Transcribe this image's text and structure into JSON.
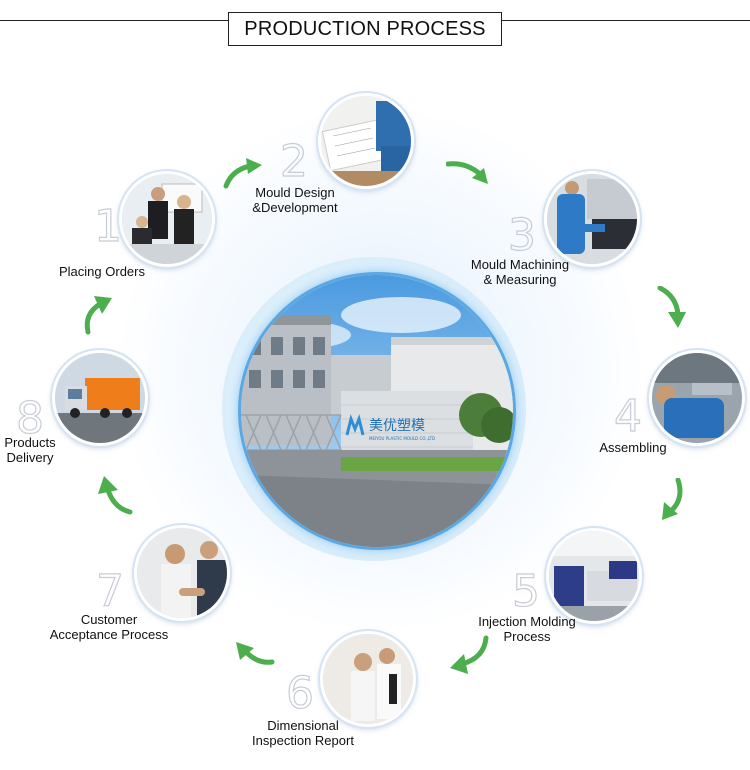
{
  "title": "PRODUCTION PROCESS",
  "company_sign": {
    "chinese": "美优塑模",
    "english": "MEIYOU PLASTIC MOULD CO.,LTD"
  },
  "accent_color": "#4cae4c",
  "ring_color": "#5aa8e3",
  "steps": [
    {
      "number": "1",
      "label_line1": "Placing Orders",
      "label_line2": ""
    },
    {
      "number": "2",
      "label_line1": "Mould Design",
      "label_line2": "&Development"
    },
    {
      "number": "3",
      "label_line1": "Mould Machining",
      "label_line2": "& Measuring"
    },
    {
      "number": "4",
      "label_line1": "Assembling",
      "label_line2": ""
    },
    {
      "number": "5",
      "label_line1": "Injection Molding",
      "label_line2": "Process"
    },
    {
      "number": "6",
      "label_line1": "Dimensional",
      "label_line2": "Inspection Report"
    },
    {
      "number": "7",
      "label_line1": "Customer",
      "label_line2": "Acceptance Process"
    },
    {
      "number": "8",
      "label_line1": "Products",
      "label_line2": "Delivery"
    }
  ]
}
